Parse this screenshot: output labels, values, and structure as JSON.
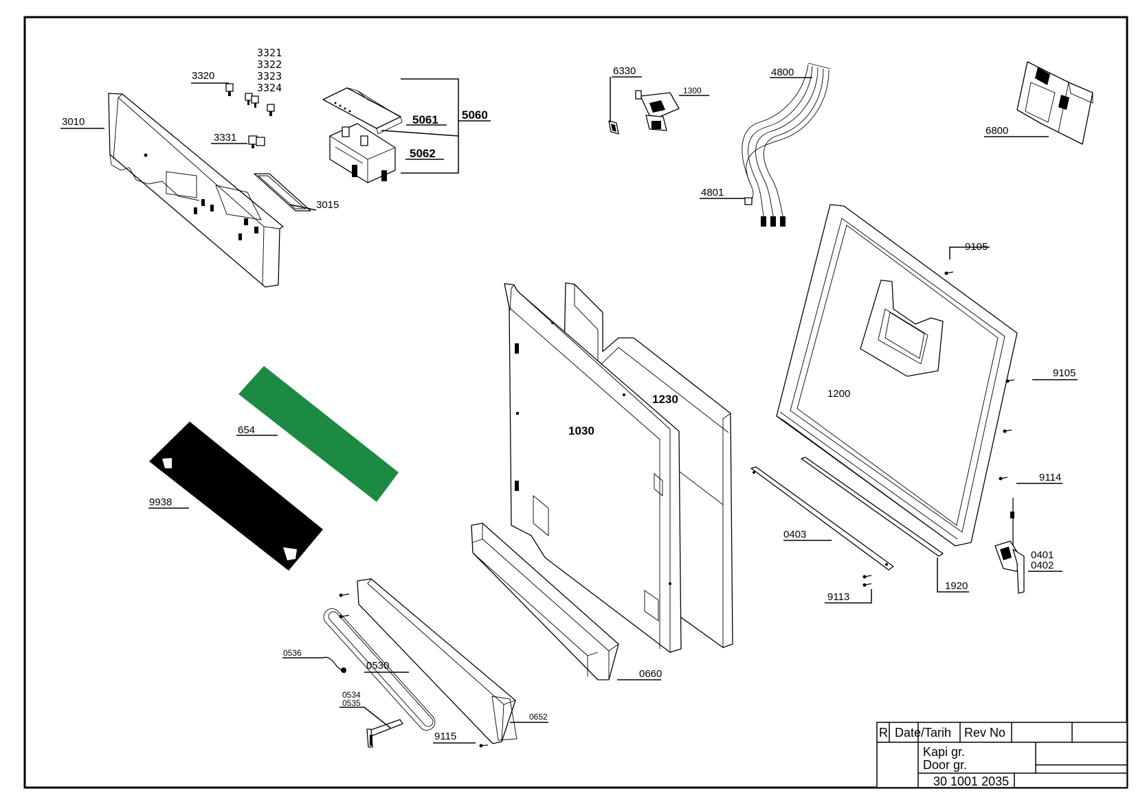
{
  "drawing": {
    "part_labels": {
      "p3321": "3321",
      "p3322": "3322",
      "p3323": "3323",
      "p3324": "3324",
      "p3320": "3320",
      "p3010": "3010",
      "p3331": "3331",
      "p3015": "3015",
      "p5061": "5061",
      "p5060": "5060",
      "p5062": "5062",
      "p6330": "6330",
      "p1300": "1300",
      "p4800": "4800",
      "p4801": "4801",
      "p6800": "6800",
      "p9105a": "9105",
      "p9105b": "9105",
      "p1200": "1200",
      "p1230": "1230",
      "p1030": "1030",
      "p654": "654",
      "p9938": "9938",
      "p9114": "9114",
      "p0403": "0403",
      "p0401": "0401",
      "p0402": "0402",
      "p1920": "1920",
      "p9113": "9113",
      "p0536": "0536",
      "p0530": "0530",
      "p0660": "0660",
      "p0534": "0534",
      "p0535": "0535",
      "p0652": "0652",
      "p9115": "9115"
    },
    "colors": {
      "green_part": "#1d8a43",
      "black_part": "#000000"
    }
  },
  "title_block": {
    "rev_col": "R",
    "date_col": "Date/Tarih",
    "revno_col": "Rev No",
    "name_tr": "Kapi gr.",
    "name_en": "Door gr.",
    "part_number": "30 1001 2035"
  }
}
